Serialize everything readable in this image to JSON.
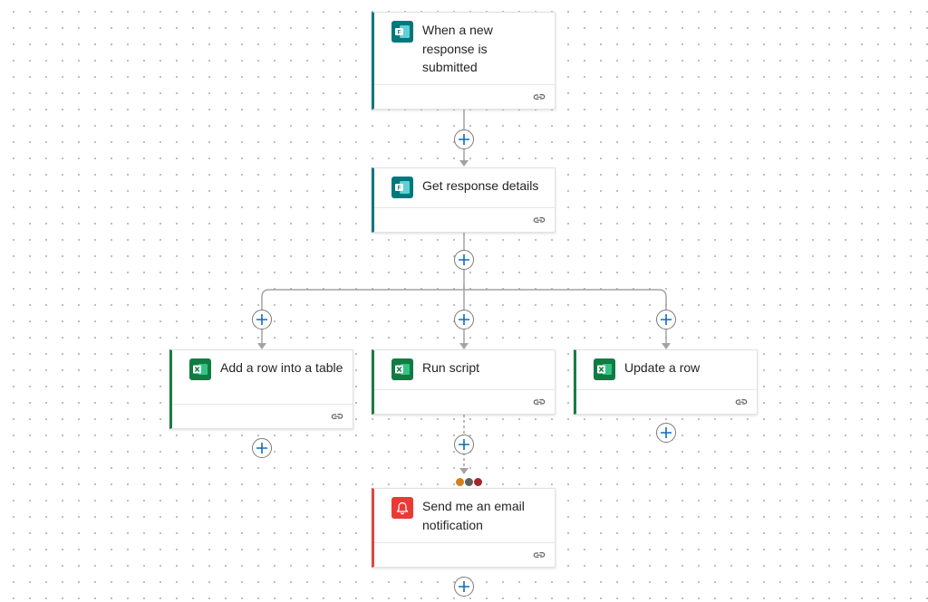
{
  "flow": {
    "trigger": {
      "title": "When a new response is submitted",
      "icon": "microsoft-forms-icon"
    },
    "get_details": {
      "title": "Get response details",
      "icon": "microsoft-forms-icon"
    },
    "add_row": {
      "title": "Add a row into a table",
      "icon": "excel-online-icon"
    },
    "run_script": {
      "title": "Run script",
      "icon": "excel-online-icon"
    },
    "update_row": {
      "title": "Update a row",
      "icon": "excel-online-icon"
    },
    "send_email": {
      "title": "Send me an email notification",
      "icon": "notification-bell-icon"
    }
  },
  "colors": {
    "forms": "#03787c",
    "excel": "#107c41",
    "notification": "#ea3a35",
    "add_button_plus": "#0f6cbd",
    "run_after_dots": [
      "#d67f1a",
      "#5f5f5f",
      "#a4262c"
    ]
  }
}
